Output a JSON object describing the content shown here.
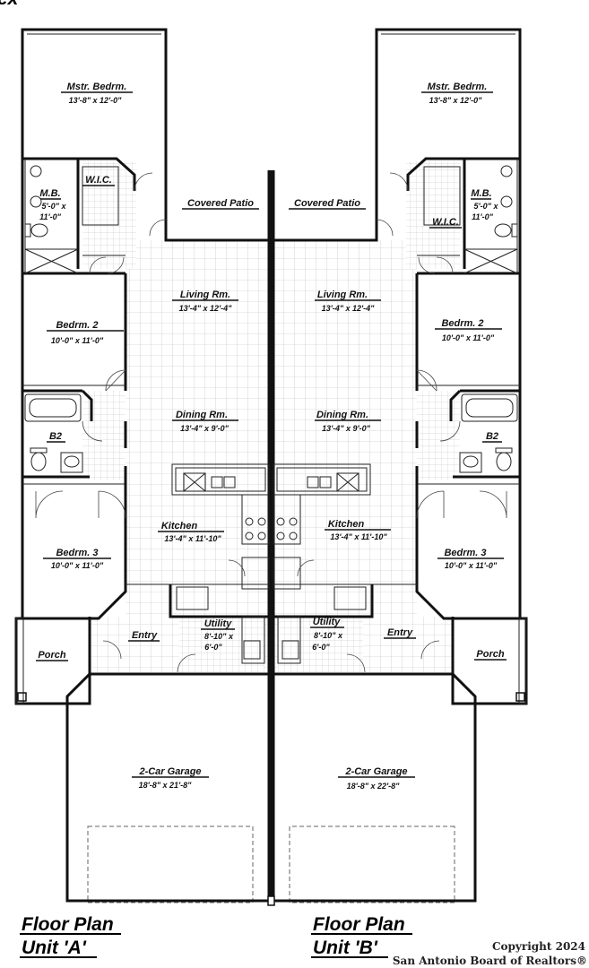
{
  "header_fragment": "ex",
  "unit_a": {
    "master_bedroom": {
      "name": "Mstr. Bedrm.",
      "dim": "13'-8\" x 12'-0\""
    },
    "wic": {
      "name": "W.I.C."
    },
    "master_bath": {
      "name": "M.B.",
      "dim1": "5'-0\" x",
      "dim2": "11'-0\""
    },
    "covered_patio": {
      "name": "Covered Patio"
    },
    "living": {
      "name": "Living Rm.",
      "dim": "13'-4\" x 12'-4\""
    },
    "bedroom2": {
      "name": "Bedrm. 2",
      "dim": "10'-0\" x 11'-0\""
    },
    "dining": {
      "name": "Dining Rm.",
      "dim": "13'-4\" x 9'-0\""
    },
    "bath2": {
      "name": "B2"
    },
    "kitchen": {
      "name": "Kitchen",
      "dim": "13'-4\" x 11'-10\""
    },
    "bedroom3": {
      "name": "Bedrm. 3",
      "dim": "10'-0\" x 11'-0\""
    },
    "utility": {
      "name": "Utility",
      "dim1": "8'-10\" x",
      "dim2": "6'-0\""
    },
    "entry": {
      "name": "Entry"
    },
    "porch": {
      "name": "Porch"
    },
    "garage": {
      "name": "2-Car Garage",
      "dim": "18'-8\" x 21'-8\""
    },
    "title1": "Floor Plan",
    "title2": "Unit 'A'"
  },
  "unit_b": {
    "master_bedroom": {
      "name": "Mstr. Bedrm.",
      "dim": "13'-8\" x 12'-0\""
    },
    "wic": {
      "name": "W.I.C."
    },
    "master_bath": {
      "name": "M.B.",
      "dim1": "5'-0\" x",
      "dim2": "11'-0\""
    },
    "covered_patio": {
      "name": "Covered Patio"
    },
    "living": {
      "name": "Living Rm.",
      "dim": "13'-4\" x 12'-4\""
    },
    "bedroom2": {
      "name": "Bedrm. 2",
      "dim": "10'-0\" x 11'-0\""
    },
    "dining": {
      "name": "Dining Rm.",
      "dim": "13'-4\" x 9'-0\""
    },
    "bath2": {
      "name": "B2"
    },
    "kitchen": {
      "name": "Kitchen",
      "dim": "13'-4\" x 11'-10\""
    },
    "bedroom3": {
      "name": "Bedrm. 3",
      "dim": "10'-0\" x 11'-0\""
    },
    "utility": {
      "name": "Utility",
      "dim1": "8'-10\" x",
      "dim2": "6'-0\""
    },
    "entry": {
      "name": "Entry"
    },
    "porch": {
      "name": "Porch"
    },
    "garage": {
      "name": "2-Car Garage",
      "dim": "18'-8\" x 22'-8\""
    },
    "title1": "Floor Plan",
    "title2": "Unit 'B'"
  },
  "copyright": {
    "line1": "Copyright 2024",
    "line2": "San Antonio Board of Realtors®"
  }
}
